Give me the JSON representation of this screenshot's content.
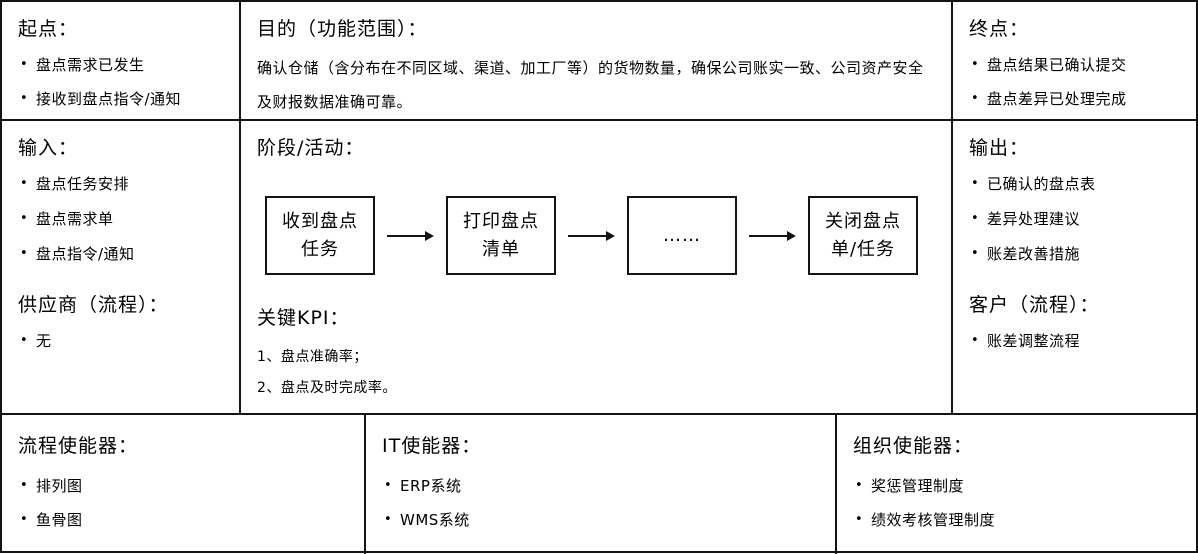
{
  "diagram": {
    "top": {
      "start": {
        "title": "起点：",
        "items": [
          "盘点需求已发生",
          "接收到盘点指令/通知"
        ]
      },
      "purpose": {
        "title": "目的（功能范围）：",
        "body": "确认仓储（含分布在不同区域、渠道、加工厂等）的货物数量，确保公司账实一致、公司资产安全及财报数据准确可靠。"
      },
      "end": {
        "title": "终点：",
        "items": [
          "盘点结果已确认提交",
          "盘点差异已处理完成"
        ]
      }
    },
    "middle": {
      "input": {
        "title": "输入：",
        "items": [
          "盘点任务安排",
          "盘点需求单",
          "盘点指令/通知"
        ],
        "supplier": {
          "title": "供应商（流程）：",
          "items": [
            "无"
          ]
        }
      },
      "activities": {
        "title": "阶段/活动：",
        "steps": [
          "收到盘点\n任务",
          "打印盘点\n清单",
          "……",
          "关闭盘点\n单/任务"
        ],
        "kpi": {
          "title": "关键KPI：",
          "items": [
            "1、盘点准确率；",
            "2、盘点及时完成率。"
          ]
        }
      },
      "output": {
        "title": "输出：",
        "items": [
          "已确认的盘点表",
          "差异处理建议",
          "账差改善措施"
        ],
        "customer": {
          "title": "客户（流程）：",
          "items": [
            "账差调整流程"
          ]
        }
      }
    },
    "bottom": {
      "process_enabler": {
        "title": "流程使能器：",
        "items": [
          "排列图",
          "鱼骨图"
        ]
      },
      "it_enabler": {
        "title": "IT使能器：",
        "items": [
          "ERP系统",
          "WMS系统"
        ]
      },
      "org_enabler": {
        "title": "组织使能器：",
        "items": [
          "奖惩管理制度",
          "绩效考核管理制度"
        ]
      }
    }
  }
}
